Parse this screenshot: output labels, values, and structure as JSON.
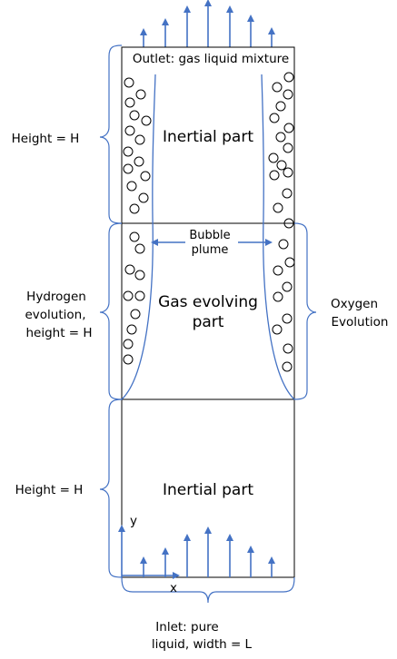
{
  "colors": {
    "arrow": "#4472C4",
    "bracket": "#4472C4",
    "box": "#000000",
    "plume": "#4472C4",
    "bubble": "#000000"
  },
  "top_section": {
    "outlet_label": "Outlet: gas liquid mixture",
    "title": "Inertial part",
    "side_label": "Height = H"
  },
  "middle_section": {
    "title_line1": "Gas evolving",
    "title_line2": "part",
    "plume_line1": "Bubble",
    "plume_line2": "plume",
    "left_label_line1": "Hydrogen",
    "left_label_line2": "evolution,",
    "left_label_line3": "height = H",
    "right_label_line1": "Oxygen",
    "right_label_line2": "Evolution"
  },
  "bottom_section": {
    "title": "Inertial part",
    "side_label": "Height = H",
    "y_axis": "y",
    "x_axis": "x",
    "inlet_line1": "Inlet: pure",
    "inlet_line2": "liquid, width = L"
  }
}
